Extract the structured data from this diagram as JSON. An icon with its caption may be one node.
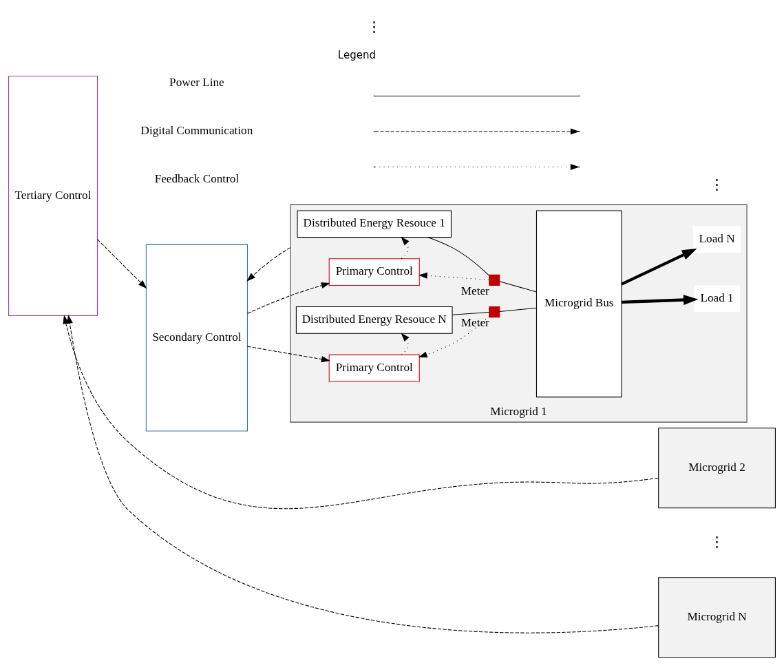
{
  "diagram": {
    "nodes": [
      {
        "text": [
          "Tertiary Control"
        ]
      },
      {
        "text": [
          "Secondary Control"
        ]
      },
      {
        "text": [
          "Microgrid 1"
        ]
      },
      {
        "text": [
          "Distributed Energy Resouce 1"
        ],
        "in": 2
      },
      {
        "text": [],
        "shape": "box",
        "beside": [
          "Meter"
        ],
        "in": 2
      },
      {
        "text": [
          "Primary Control"
        ],
        "in": 2
      },
      {
        "text": [
          "Distributed Energy Resouce N"
        ],
        "in": 2
      },
      {
        "text": [],
        "shape": "box",
        "beside": [
          "Meter"
        ],
        "in": 2
      },
      {
        "text": [
          "Primary Control"
        ],
        "in": 2
      },
      {
        "text": [
          "Microgrid Bus"
        ],
        "in": 2
      },
      {
        "text": [
          "Load 1"
        ],
        "in": 2
      },
      {
        "text": [
          "Load N"
        ],
        "in": 2
      },
      {
        "text": [
          "Microgrid 2"
        ]
      },
      {
        "text": [
          "Microgrid N"
        ]
      }
    ],
    "edges": [
      {
        "from": 0,
        "to": 1,
        "arrow": "to",
        "style": "dashed"
      },
      {
        "from": 1,
        "to": 5,
        "arrow": "to",
        "style": "dashed"
      },
      {
        "from": 1,
        "to": 8,
        "arrow": "to",
        "style": "dashed"
      },
      {
        "from": 2,
        "to": 1,
        "arrow": "to",
        "style": "dashed"
      },
      {
        "from": 12,
        "to": 0,
        "arrow": "to",
        "style": "dashed"
      },
      {
        "from": 13,
        "to": 0,
        "arrow": "to",
        "style": "dashed"
      },
      {
        "from": 3,
        "to": 4,
        "arrow": "none"
      },
      {
        "from": 4,
        "to": 9,
        "arrow": "none"
      },
      {
        "from": 4,
        "to": 5,
        "arrow": "to",
        "style": "dashed"
      },
      {
        "from": 5,
        "to": 3,
        "arrow": "to",
        "style": "dashed"
      },
      {
        "from": 6,
        "to": 7,
        "arrow": "none"
      },
      {
        "from": 7,
        "to": 9,
        "arrow": "none"
      },
      {
        "from": 7,
        "to": 8,
        "arrow": "to",
        "style": "dashed"
      },
      {
        "from": 8,
        "to": 6,
        "arrow": "to",
        "style": "dashed"
      },
      {
        "from": 9,
        "to": 10,
        "arrow": "to",
        "style": "thick"
      },
      {
        "from": 9,
        "to": 11,
        "arrow": "to",
        "style": "thick"
      }
    ],
    "labels": [
      "⋮",
      "⋮",
      "⋮",
      "Legend"
    ],
    "legend": [
      {
        "text": "Power Line"
      },
      {
        "text": "Digital Communication"
      },
      {
        "text": "Feedback Control"
      }
    ]
  }
}
